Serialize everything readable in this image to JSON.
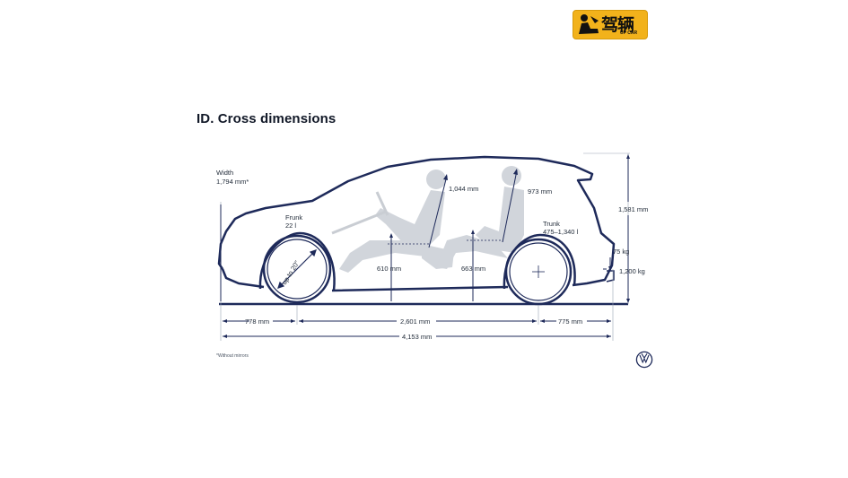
{
  "title": "ID. Cross dimensions",
  "logo": {
    "brand_cn": "驾辆",
    "brand_en": "UP CAR",
    "accent_color": "#f2b21b",
    "icon": "driver-figure-icon"
  },
  "brand_badge": {
    "icon": "vw-logo-icon",
    "color": "#1e2a5a"
  },
  "colors": {
    "outline": "#1e2a5a",
    "silhouette": "#d1d5db",
    "text": "#1f2937"
  },
  "labels": {
    "width_label": "Width",
    "width_value": "1,794 mm*",
    "frunk_label": "Frunk",
    "frunk_value": "22 l",
    "trunk_label": "Trunk",
    "trunk_value": "475–1,340 l",
    "headroom_front": "1,044 mm",
    "headroom_rear": "973 mm",
    "height": "1,581 mm",
    "hitch_vertical": "75 kg",
    "towing": "1,200 kg",
    "wheel": "up to 20\"",
    "seat_front": "610 mm",
    "seat_rear": "663 mm",
    "overhang_front": "778 mm",
    "wheelbase": "2,601 mm",
    "overhang_rear": "775 mm",
    "length": "4,153 mm",
    "footnote": "*Without mirrors"
  }
}
